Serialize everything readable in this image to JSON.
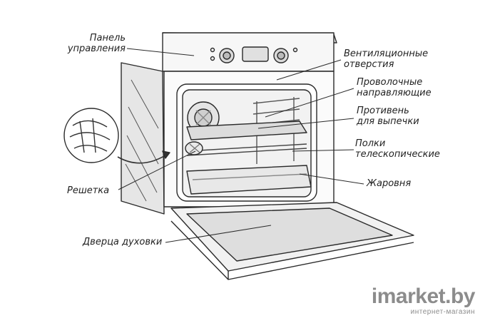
{
  "labels": {
    "control_panel": [
      "Панель",
      "управления"
    ],
    "vent_holes": [
      "Вентиляционные",
      "отверстия"
    ],
    "wire_guides": [
      "Проволочные",
      "направляющие"
    ],
    "baking_tray": [
      "Противень",
      "для выпечки"
    ],
    "telescopic_shelves": [
      "Полки",
      "телескопические"
    ],
    "roasting_pan": "Жаровня",
    "rack": "Решетка",
    "oven_door": "Дверца духовки"
  },
  "watermark": {
    "brand": "imarket.by",
    "tagline": "интернет-магазин"
  },
  "colors": {
    "line": "#2a2a2a",
    "shade": "#d6d6d6",
    "glass": "#f4f4f4",
    "watermark": "#8c8c8c"
  }
}
